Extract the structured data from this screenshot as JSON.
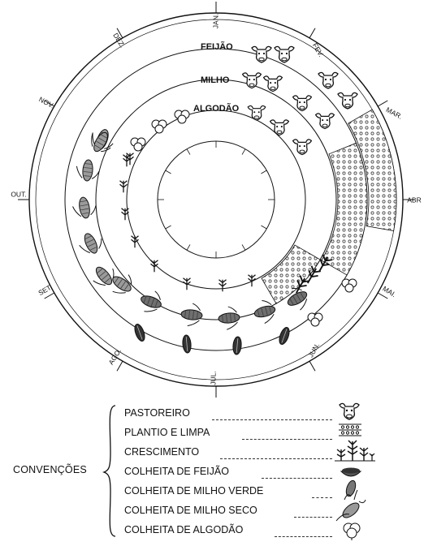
{
  "months": [
    {
      "id": "jan",
      "label": "JAN."
    },
    {
      "id": "fev",
      "label": "FEV."
    },
    {
      "id": "mar",
      "label": "MAR."
    },
    {
      "id": "abr",
      "label": "ABR"
    },
    {
      "id": "mai",
      "label": "MAI."
    },
    {
      "id": "jun",
      "label": "JUN."
    },
    {
      "id": "jul",
      "label": "JUL."
    },
    {
      "id": "ago",
      "label": "AGO."
    },
    {
      "id": "set",
      "label": "SET."
    },
    {
      "id": "out",
      "label": "OUT."
    },
    {
      "id": "nov",
      "label": "NOV."
    },
    {
      "id": "dez",
      "label": "DEZ."
    }
  ],
  "rings": {
    "feijao": "FEIJÃO",
    "milho": "MILHO",
    "algodao": "ALGODÃO"
  },
  "legend": {
    "title": "CONVENÇÕES",
    "items": [
      {
        "id": "pastoreiro",
        "label": "PASTOREIRO",
        "icon": "cattle-icon"
      },
      {
        "id": "plantio",
        "label": "PLANTIO E LIMPA",
        "icon": "planting-icon"
      },
      {
        "id": "crescimento",
        "label": "CRESCIMENTO",
        "icon": "growth-icon"
      },
      {
        "id": "colheita-feijao",
        "label": "COLHEITA DE FEIJÃO",
        "icon": "bean-bowl-icon"
      },
      {
        "id": "colheita-milho-verde",
        "label": "COLHEITA DE MILHO VERDE",
        "icon": "green-corn-icon"
      },
      {
        "id": "colheita-milho-seco",
        "label": "COLHEITA DE MILHO SECO",
        "icon": "dry-corn-icon"
      },
      {
        "id": "colheita-algodao",
        "label": "COLHEITA DE ALGODÃO",
        "icon": "cotton-icon"
      }
    ]
  }
}
